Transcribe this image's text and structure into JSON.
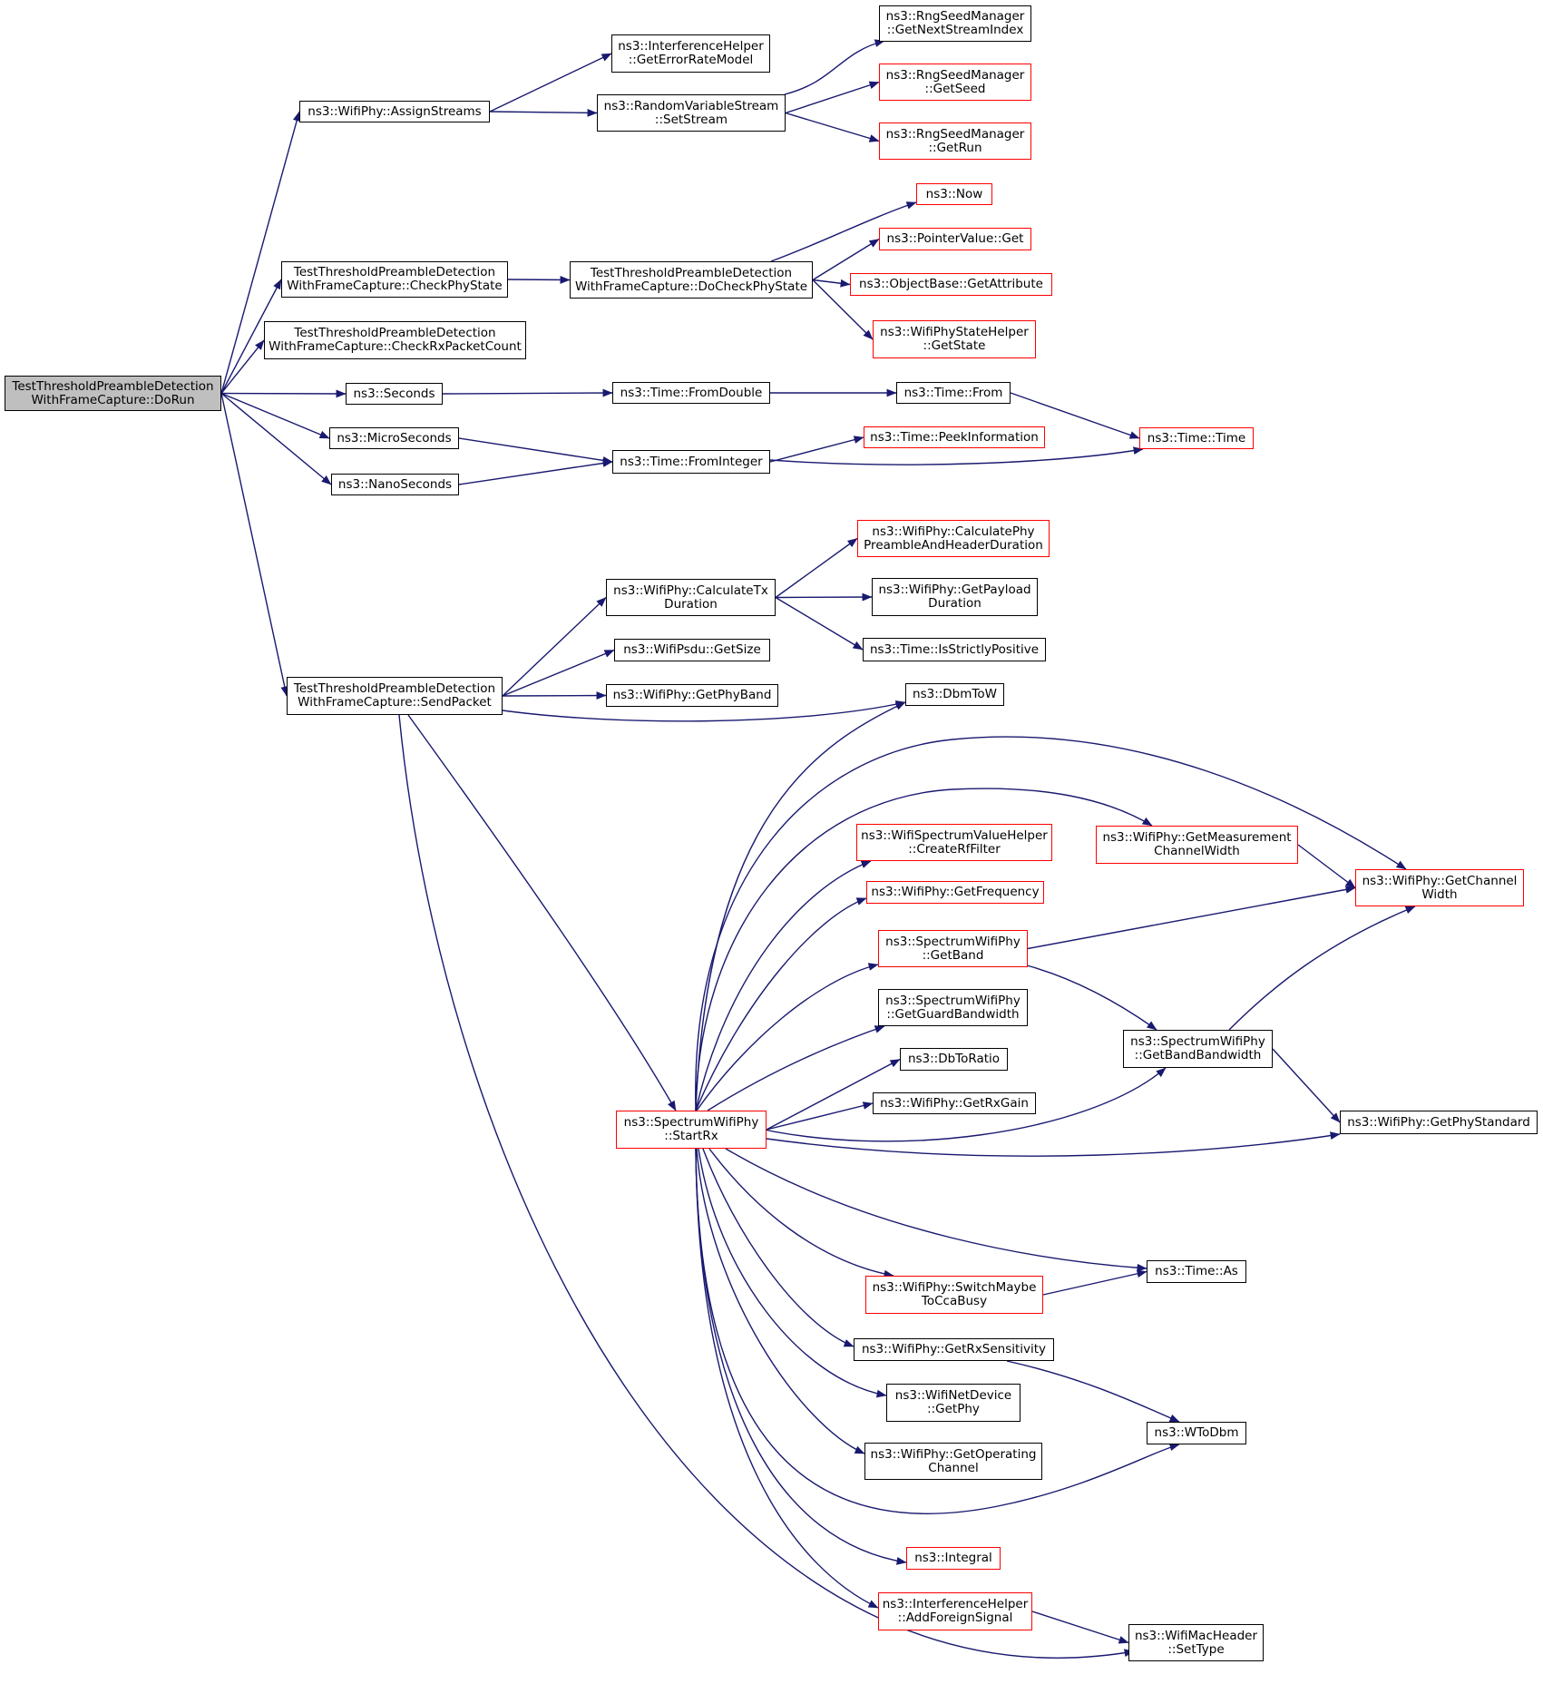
{
  "colors": {
    "edge": "#191970",
    "node_border": "#000000",
    "external_border": "#ff0000",
    "root_fill": "#bfbfbf",
    "background": "#ffffff"
  },
  "nodes": {
    "dorun": {
      "label": "TestThresholdPreambleDetection\nWithFrameCapture::DoRun",
      "kind": "root"
    },
    "assign_streams": {
      "label": "ns3::WifiPhy::AssignStreams",
      "kind": "normal"
    },
    "check_phy_state": {
      "label": "TestThresholdPreambleDetection\nWithFrameCapture::CheckPhyState",
      "kind": "normal"
    },
    "check_rx_packet_count": {
      "label": "TestThresholdPreambleDetection\nWithFrameCapture::CheckRxPacketCount",
      "kind": "normal"
    },
    "seconds": {
      "label": "ns3::Seconds",
      "kind": "normal"
    },
    "micro_seconds": {
      "label": "ns3::MicroSeconds",
      "kind": "normal"
    },
    "nano_seconds": {
      "label": "ns3::NanoSeconds",
      "kind": "normal"
    },
    "send_packet": {
      "label": "TestThresholdPreambleDetection\nWithFrameCapture::SendPacket",
      "kind": "normal"
    },
    "get_error_rate_model": {
      "label": "ns3::InterferenceHelper\n::GetErrorRateModel",
      "kind": "normal"
    },
    "set_stream": {
      "label": "ns3::RandomVariableStream\n::SetStream",
      "kind": "normal"
    },
    "get_next_stream_index": {
      "label": "ns3::RngSeedManager\n::GetNextStreamIndex",
      "kind": "normal"
    },
    "get_seed": {
      "label": "ns3::RngSeedManager\n::GetSeed",
      "kind": "external"
    },
    "get_run": {
      "label": "ns3::RngSeedManager\n::GetRun",
      "kind": "external"
    },
    "do_check_phy_state": {
      "label": "TestThresholdPreambleDetection\nWithFrameCapture::DoCheckPhyState",
      "kind": "normal"
    },
    "now": {
      "label": "ns3::Now",
      "kind": "external"
    },
    "pointer_value_get": {
      "label": "ns3::PointerValue::Get",
      "kind": "external"
    },
    "get_attribute": {
      "label": "ns3::ObjectBase::GetAttribute",
      "kind": "external"
    },
    "get_state": {
      "label": "ns3::WifiPhyStateHelper\n::GetState",
      "kind": "external"
    },
    "from_double": {
      "label": "ns3::Time::FromDouble",
      "kind": "normal"
    },
    "time_from": {
      "label": "ns3::Time::From",
      "kind": "normal"
    },
    "time_time": {
      "label": "ns3::Time::Time",
      "kind": "external"
    },
    "from_integer": {
      "label": "ns3::Time::FromInteger",
      "kind": "normal"
    },
    "peek_information": {
      "label": "ns3::Time::PeekInformation",
      "kind": "external"
    },
    "calculate_tx_duration": {
      "label": "ns3::WifiPhy::CalculateTx\nDuration",
      "kind": "normal"
    },
    "calc_preamble_header": {
      "label": "ns3::WifiPhy::CalculatePhy\nPreambleAndHeaderDuration",
      "kind": "external"
    },
    "get_payload_duration": {
      "label": "ns3::WifiPhy::GetPayload\nDuration",
      "kind": "normal"
    },
    "is_strictly_positive": {
      "label": "ns3::Time::IsStrictlyPositive",
      "kind": "normal"
    },
    "psdu_get_size": {
      "label": "ns3::WifiPsdu::GetSize",
      "kind": "normal"
    },
    "get_phy_band": {
      "label": "ns3::WifiPhy::GetPhyBand",
      "kind": "normal"
    },
    "dbm_to_w": {
      "label": "ns3::DbmToW",
      "kind": "normal"
    },
    "start_rx": {
      "label": "ns3::SpectrumWifiPhy\n::StartRx",
      "kind": "external"
    },
    "create_rf_filter": {
      "label": "ns3::WifiSpectrumValueHelper\n::CreateRfFilter",
      "kind": "external"
    },
    "get_measurement_channel_width": {
      "label": "ns3::WifiPhy::GetMeasurement\nChannelWidth",
      "kind": "external"
    },
    "get_channel_width": {
      "label": "ns3::WifiPhy::GetChannel\nWidth",
      "kind": "external"
    },
    "get_frequency": {
      "label": "ns3::WifiPhy::GetFrequency",
      "kind": "external"
    },
    "get_band": {
      "label": "ns3::SpectrumWifiPhy\n::GetBand",
      "kind": "external"
    },
    "get_guard_bandwidth": {
      "label": "ns3::SpectrumWifiPhy\n::GetGuardBandwidth",
      "kind": "normal"
    },
    "get_band_bandwidth": {
      "label": "ns3::SpectrumWifiPhy\n::GetBandBandwidth",
      "kind": "normal"
    },
    "db_to_ratio": {
      "label": "ns3::DbToRatio",
      "kind": "normal"
    },
    "get_rx_gain": {
      "label": "ns3::WifiPhy::GetRxGain",
      "kind": "normal"
    },
    "get_phy_standard": {
      "label": "ns3::WifiPhy::GetPhyStandard",
      "kind": "normal"
    },
    "time_as": {
      "label": "ns3::Time::As",
      "kind": "normal"
    },
    "switch_maybe_to_cca_busy": {
      "label": "ns3::WifiPhy::SwitchMaybe\nToCcaBusy",
      "kind": "external"
    },
    "get_rx_sensitivity": {
      "label": "ns3::WifiPhy::GetRxSensitivity",
      "kind": "normal"
    },
    "w_to_dbm": {
      "label": "ns3::WToDbm",
      "kind": "normal"
    },
    "net_device_get_phy": {
      "label": "ns3::WifiNetDevice\n::GetPhy",
      "kind": "normal"
    },
    "get_operating_channel": {
      "label": "ns3::WifiPhy::GetOperating\nChannel",
      "kind": "normal"
    },
    "integral": {
      "label": "ns3::Integral",
      "kind": "external"
    },
    "add_foreign_signal": {
      "label": "ns3::InterferenceHelper\n::AddForeignSignal",
      "kind": "external"
    },
    "set_type": {
      "label": "ns3::WifiMacHeader\n::SetType",
      "kind": "normal"
    }
  },
  "edges": [
    [
      "dorun",
      "assign_streams"
    ],
    [
      "dorun",
      "check_phy_state"
    ],
    [
      "dorun",
      "check_rx_packet_count"
    ],
    [
      "dorun",
      "seconds"
    ],
    [
      "dorun",
      "micro_seconds"
    ],
    [
      "dorun",
      "nano_seconds"
    ],
    [
      "dorun",
      "send_packet"
    ],
    [
      "assign_streams",
      "get_error_rate_model"
    ],
    [
      "assign_streams",
      "set_stream"
    ],
    [
      "set_stream",
      "get_next_stream_index"
    ],
    [
      "set_stream",
      "get_seed"
    ],
    [
      "set_stream",
      "get_run"
    ],
    [
      "check_phy_state",
      "do_check_phy_state"
    ],
    [
      "do_check_phy_state",
      "now"
    ],
    [
      "do_check_phy_state",
      "pointer_value_get"
    ],
    [
      "do_check_phy_state",
      "get_attribute"
    ],
    [
      "do_check_phy_state",
      "get_state"
    ],
    [
      "seconds",
      "from_double"
    ],
    [
      "from_double",
      "time_from"
    ],
    [
      "time_from",
      "time_time"
    ],
    [
      "micro_seconds",
      "from_integer"
    ],
    [
      "nano_seconds",
      "from_integer"
    ],
    [
      "from_integer",
      "peek_information"
    ],
    [
      "from_integer",
      "time_time"
    ],
    [
      "send_packet",
      "calculate_tx_duration"
    ],
    [
      "send_packet",
      "psdu_get_size"
    ],
    [
      "send_packet",
      "get_phy_band"
    ],
    [
      "send_packet",
      "dbm_to_w"
    ],
    [
      "send_packet",
      "start_rx"
    ],
    [
      "send_packet",
      "set_type"
    ],
    [
      "calculate_tx_duration",
      "calc_preamble_header"
    ],
    [
      "calculate_tx_duration",
      "get_payload_duration"
    ],
    [
      "calculate_tx_duration",
      "is_strictly_positive"
    ],
    [
      "start_rx",
      "dbm_to_w"
    ],
    [
      "start_rx",
      "get_channel_width"
    ],
    [
      "start_rx",
      "get_measurement_channel_width"
    ],
    [
      "start_rx",
      "create_rf_filter"
    ],
    [
      "start_rx",
      "get_frequency"
    ],
    [
      "start_rx",
      "get_band"
    ],
    [
      "start_rx",
      "get_guard_bandwidth"
    ],
    [
      "start_rx",
      "db_to_ratio"
    ],
    [
      "start_rx",
      "get_rx_gain"
    ],
    [
      "start_rx",
      "get_band_bandwidth"
    ],
    [
      "start_rx",
      "get_phy_standard"
    ],
    [
      "start_rx",
      "time_as"
    ],
    [
      "start_rx",
      "switch_maybe_to_cca_busy"
    ],
    [
      "start_rx",
      "get_rx_sensitivity"
    ],
    [
      "start_rx",
      "net_device_get_phy"
    ],
    [
      "start_rx",
      "get_operating_channel"
    ],
    [
      "start_rx",
      "w_to_dbm"
    ],
    [
      "start_rx",
      "integral"
    ],
    [
      "start_rx",
      "add_foreign_signal"
    ],
    [
      "get_measurement_channel_width",
      "get_channel_width"
    ],
    [
      "get_band",
      "get_channel_width"
    ],
    [
      "get_band",
      "get_band_bandwidth"
    ],
    [
      "get_band_bandwidth",
      "get_channel_width"
    ],
    [
      "get_band_bandwidth",
      "get_phy_standard"
    ],
    [
      "switch_maybe_to_cca_busy",
      "time_as"
    ],
    [
      "get_rx_sensitivity",
      "w_to_dbm"
    ],
    [
      "add_foreign_signal",
      "set_type"
    ]
  ]
}
